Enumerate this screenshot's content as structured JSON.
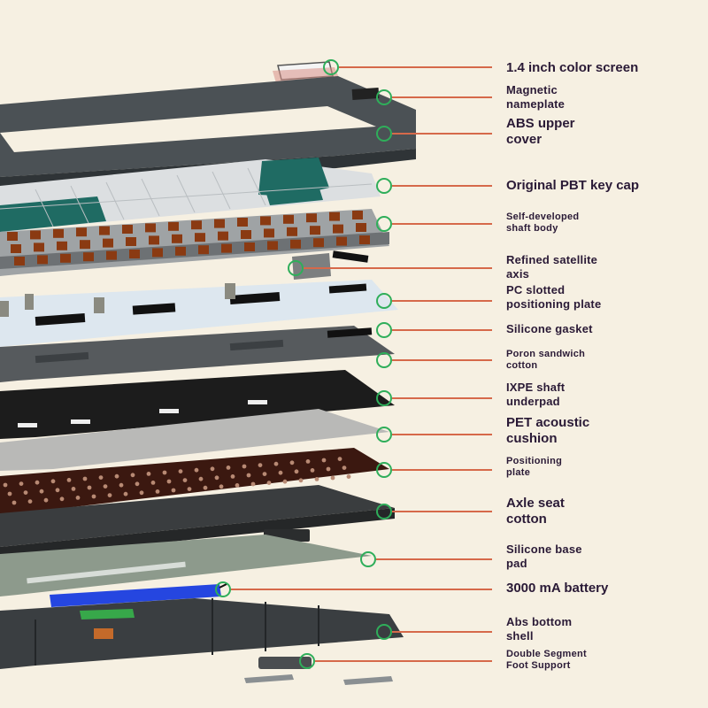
{
  "colors": {
    "background": "#f6f0e2",
    "leader_line": "#d6694a",
    "marker_ring": "#2fae5a",
    "label_text": "#2a1a36"
  },
  "layers": [
    {
      "label": "1.4 inch color screen"
    },
    {
      "label": "Magnetic\nnameplate"
    },
    {
      "label": "ABS upper\ncover"
    },
    {
      "label": "Original PBT key cap"
    },
    {
      "label": "Self-developed\nshaft body"
    },
    {
      "label": "Refined satellite\naxis"
    },
    {
      "label": "PC slotted\npositioning plate"
    },
    {
      "label": "Silicone gasket"
    },
    {
      "label": "Poron sandwich\ncotton"
    },
    {
      "label": "IXPE shaft\nunderpad"
    },
    {
      "label": "PET acoustic\ncushion"
    },
    {
      "label": "Positioning\nplate"
    },
    {
      "label": "Axle seat\ncotton"
    },
    {
      "label": "Silicone base\npad"
    },
    {
      "label": "3000 mA battery"
    },
    {
      "label": "Abs bottom\nshell"
    },
    {
      "label": "Double Segment\nFoot Support"
    }
  ]
}
